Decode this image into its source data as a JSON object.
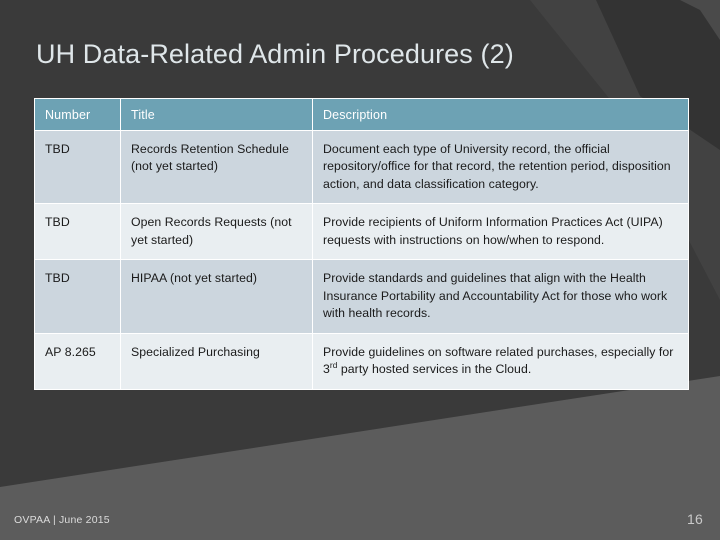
{
  "slide": {
    "title": "UH Data-Related Admin Procedures (2)",
    "background_color": "#3a3a3a",
    "accent_color": "#6da2b4"
  },
  "table": {
    "columns": [
      "Number",
      "Title",
      "Description"
    ],
    "rows": [
      {
        "number": "TBD",
        "title": "Records Retention Schedule (not yet started)",
        "description": "Document each type of University record, the official repository/office for that record, the retention period, disposition action, and data classification category."
      },
      {
        "number": "TBD",
        "title": "Open Records Requests (not yet started)",
        "description": "Provide recipients of Uniform Information Practices Act (UIPA) requests with instructions on how/when to respond."
      },
      {
        "number": "TBD",
        "title": "HIPAA (not yet started)",
        "description": "Provide standards and guidelines that align with the Health Insurance Portability and Accountability Act for those who work with health records."
      },
      {
        "number": "AP 8.265",
        "title": "Specialized Purchasing",
        "description_prefix": "Provide guidelines on software related purchases, especially for 3",
        "description_sup": "rd",
        "description_suffix": " party hosted services in the Cloud."
      }
    ]
  },
  "footer": {
    "note": "OVPAA | June 2015",
    "page_number": "16"
  }
}
